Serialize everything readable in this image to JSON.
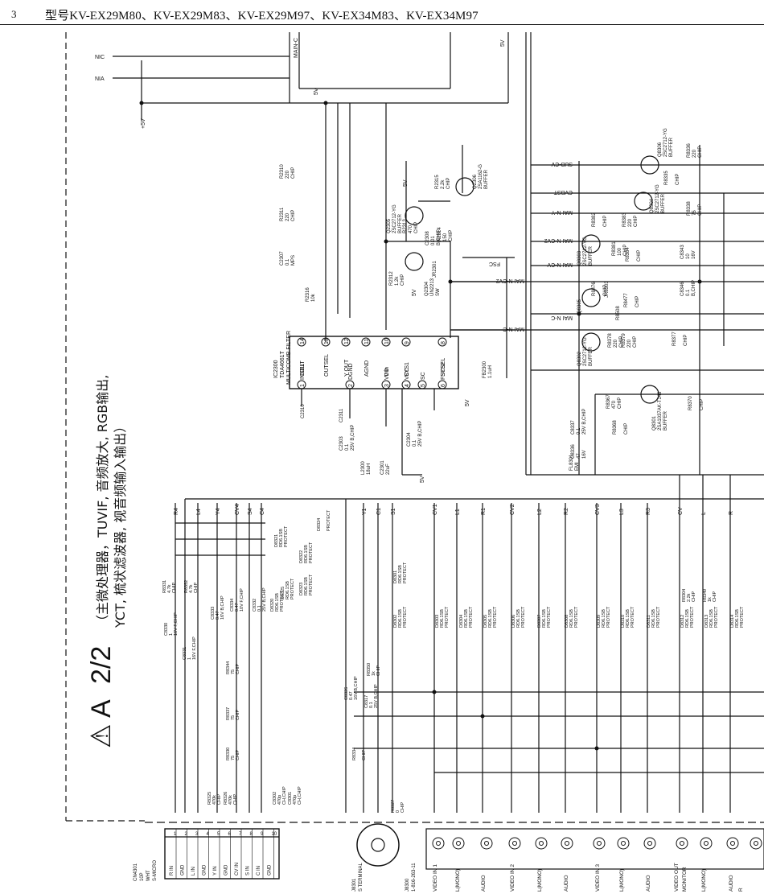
{
  "header": {
    "page_number": "3",
    "models": "型号KV-EX29M80、KV-EX29M83、KV-EX29M97、KV-EX34M83、KV-EX34M97"
  },
  "board": {
    "id": "A",
    "sheet": "2/2",
    "description_line1": "（主微处理器，TUVIF, 音频放大, RGB输出,",
    "description_line2": "YCT, 梳状滤波器, 视音频输入输出）"
  },
  "nets": {
    "nia": "NIA",
    "nic": "NIC",
    "plus5v": "+5V",
    "five_v": "5V",
    "sub_cv": "SUB-CV",
    "cvbst": "CVBST",
    "mai_n_y": "MAI N-Y",
    "mai_n_cv2": "MAI N-CV2",
    "mai_n_cv": "MAI N-CV",
    "mai_n_c": "MAI N-C",
    "main_c": "MAIN-C",
    "fsc": "FSC"
  },
  "ic2300": {
    "ref": "IC2300",
    "part": "TDA4661T",
    "function": "MULTICOMB FILTER",
    "pins_top": [
      "COUT",
      "OUTSEL",
      "Y OUT",
      "AGND",
      "V in",
      "SYS1",
      "SYS2"
    ],
    "pins_top_no": [
      "14",
      "13",
      "12",
      "11",
      "10",
      "9",
      "8"
    ],
    "pins_bottom": [
      "INSEL",
      "DGND",
      "VDD",
      "VCC",
      "SC",
      "FSCSEL"
    ],
    "pins_bottom_no": [
      "1",
      "2",
      "3",
      "4",
      "5",
      "6"
    ]
  },
  "transistors": [
    {
      "ref": "Q2305",
      "part": "2SC2712-YG",
      "func": "BUFFER"
    },
    {
      "ref": "Q2306",
      "part": "2SA1162-G",
      "func": "BUFFER"
    },
    {
      "ref": "Q2304",
      "part": "UN2213",
      "func": "SW"
    },
    {
      "ref": "Q8306",
      "part": "2SC2712-YG",
      "func": "BUFFER"
    },
    {
      "ref": "Q8304",
      "part": "2SC2712-YG",
      "func": "BUFFER"
    },
    {
      "ref": "Q8303",
      "part": "2SC2712-YG",
      "func": "BUFFER"
    },
    {
      "ref": "Q8305",
      "part": "",
      "func": ""
    },
    {
      "ref": "Q8302",
      "part": "2SC2712-YG",
      "func": "BUFFER"
    },
    {
      "ref": "Q8301",
      "part": "2SA1037AK-T146",
      "func": "BUFFER"
    }
  ],
  "components_upper": [
    {
      "ref": "R2310",
      "val": "220",
      "note": "CHIP"
    },
    {
      "ref": "R2311",
      "val": "220",
      "note": "CHIP"
    },
    {
      "ref": "C2307",
      "val": "0.1",
      "note": "MPS"
    },
    {
      "ref": "R2316",
      "val": "10k",
      "note": ""
    },
    {
      "ref": "R2315",
      "val": "2.2k",
      "note": "CHIP"
    },
    {
      "ref": "R2313",
      "val": "470",
      "note": "CHIP"
    },
    {
      "ref": "C2308",
      "val": "0.01",
      "note": "B,CHIP"
    },
    {
      "ref": "R2314",
      "val": "150",
      "note": "CHIP"
    },
    {
      "ref": "R2312",
      "val": "1.2k",
      "note": "CHIP"
    },
    {
      "ref": "JR2301",
      "val": "",
      "note": ""
    },
    {
      "ref": "FB2300",
      "val": "1.1uH",
      "note": ""
    },
    {
      "ref": "C2310",
      "val": "",
      "note": ""
    },
    {
      "ref": "C2311",
      "val": "",
      "note": ""
    },
    {
      "ref": "C2303",
      "val": "0.1",
      "note": "25V B,CHIP"
    },
    {
      "ref": "C2304",
      "val": "0.1",
      "note": "25V B,CHIP"
    },
    {
      "ref": "L2300",
      "val": "18uH",
      "note": ""
    },
    {
      "ref": "C2301",
      "val": "22uF",
      "note": ""
    }
  ],
  "components_right": [
    {
      "ref": "R8336",
      "val": "220",
      "note": "CHIP"
    },
    {
      "ref": "R8335",
      "val": "",
      "note": "CHIP"
    },
    {
      "ref": "R8338",
      "val": "75",
      "note": "CHIP"
    },
    {
      "ref": "R8382",
      "val": "",
      "note": "CHIP"
    },
    {
      "ref": "R8383",
      "val": "220",
      "note": "CHIP"
    },
    {
      "ref": "R8381",
      "val": "100",
      "note": "CHIP"
    },
    {
      "ref": "R8384",
      "val": "",
      "note": "CHIP"
    },
    {
      "ref": "C8343",
      "val": "10",
      "note": "16V"
    },
    {
      "ref": "C8346",
      "val": "0.1",
      "note": "B,CHIP"
    },
    {
      "ref": "R8476",
      "val": "",
      "note": "CHIP"
    },
    {
      "ref": "JR8303",
      "val": "",
      "note": ""
    },
    {
      "ref": "R8477",
      "val": "",
      "note": "CHIP"
    },
    {
      "ref": "R8508",
      "val": "",
      "note": ""
    },
    {
      "ref": "R8378",
      "val": "220",
      "note": "CHIP"
    },
    {
      "ref": "R8379",
      "val": "220",
      "note": "CHIP"
    },
    {
      "ref": "R8377",
      "val": "",
      "note": "CHIP"
    },
    {
      "ref": "R8367",
      "val": "470",
      "note": "CHIP"
    },
    {
      "ref": "R8370",
      "val": "",
      "note": "CHIP"
    },
    {
      "ref": "C8337",
      "val": "0.1",
      "note": "25V B,CHIP"
    },
    {
      "ref": "C8336",
      "val": "47",
      "note": "16V"
    },
    {
      "ref": "R8368",
      "val": "",
      "note": "CHIP"
    },
    {
      "ref": "FL8301",
      "val": "EMI",
      "note": ""
    }
  ],
  "bus_signals": [
    "R4",
    "L4",
    "Y4",
    "CV4",
    "S4",
    "C4",
    "Y1",
    "C1",
    "S1",
    "CV1",
    "L1",
    "R1",
    "CV2",
    "L2",
    "R2",
    "CV3",
    "L3",
    "R3",
    "CV",
    "L",
    "R"
  ],
  "protect_diodes": [
    {
      "ref": "D8321",
      "val": "RD6.1SB",
      "note": "PROTECT"
    },
    {
      "ref": "D8322",
      "val": "RD6.1SB",
      "note": "PROTECT"
    },
    {
      "ref": "D8323",
      "val": "RD6.1SB",
      "note": "PROTECT"
    },
    {
      "ref": "D8324",
      "val": "",
      "note": "PROTECT"
    },
    {
      "ref": "D8320",
      "val": "RD6.1SB",
      "note": "PROTECT"
    },
    {
      "ref": "D8325",
      "val": "RD6.1SB",
      "note": "PROTECT"
    },
    {
      "ref": "D8302",
      "val": "RD6.1SB",
      "note": "PROTECT"
    },
    {
      "ref": "D8301",
      "val": "RD6.1SB",
      "note": "PROTECT"
    },
    {
      "ref": "D8303",
      "val": "RD6.1SB",
      "note": "PROTECT"
    },
    {
      "ref": "D8304",
      "val": "RD6.1SB",
      "note": "PROTECT"
    },
    {
      "ref": "D8305",
      "val": "RD6.1SB",
      "note": "PROTECT"
    },
    {
      "ref": "D8306",
      "val": "RD6.1SB",
      "note": "PROTECT"
    },
    {
      "ref": "D8307",
      "val": "RD6.1SB",
      "note": "PROTECT"
    },
    {
      "ref": "D8308",
      "val": "RD6.1SB",
      "note": "PROTECT"
    },
    {
      "ref": "D8309",
      "val": "RD6.1SB",
      "note": "PROTECT"
    },
    {
      "ref": "D8310",
      "val": "RD6.1SB",
      "note": "PROTECT"
    },
    {
      "ref": "D8311",
      "val": "RD6.1SB",
      "note": "PROTECT"
    },
    {
      "ref": "D8312",
      "val": "RD6.1SB",
      "note": "PROTECT"
    },
    {
      "ref": "D8313",
      "val": "RD6.1SB",
      "note": "PROTECT"
    },
    {
      "ref": "D8314",
      "val": "RD6.1SB",
      "note": "PROTECT"
    }
  ],
  "filter_caps": [
    {
      "ref": "C8330",
      "val": "1",
      "note": "16V F,CHIP"
    },
    {
      "ref": "C8331",
      "val": "1",
      "note": "16V F,CHIP"
    },
    {
      "ref": "C8333",
      "val": "0.47",
      "note": "16V B,CHIP"
    },
    {
      "ref": "C8334",
      "val": "0.47",
      "note": "10V F,CHIP"
    },
    {
      "ref": "C8332",
      "val": "0.1",
      "note": "25V B,CHIP"
    },
    {
      "ref": "R8331",
      "val": "4.7k",
      "note": "CHIP"
    },
    {
      "ref": "R8352",
      "val": "4.7k",
      "note": "CHIP"
    },
    {
      "ref": "R8344",
      "val": "75",
      "note": "CHIP"
    },
    {
      "ref": "R8337",
      "val": "75",
      "note": "CHIP"
    },
    {
      "ref": "R8330",
      "val": "75",
      "note": "CHIP"
    },
    {
      "ref": "R8326",
      "val": "470k",
      "note": "CHIP"
    },
    {
      "ref": "R8325",
      "val": "470k",
      "note": "CHIP"
    },
    {
      "ref": "C8302",
      "val": "470p",
      "note": "CH,CHIP"
    },
    {
      "ref": "C8301",
      "val": "470p",
      "note": "CH,CHIP"
    },
    {
      "ref": "C8326",
      "val": "0.47",
      "note": "16V B,CHIP"
    },
    {
      "ref": "C8317",
      "val": "0.1",
      "note": "25V B,CHIP"
    },
    {
      "ref": "R8334",
      "val": "",
      "note": "CHIP"
    },
    {
      "ref": "R8327",
      "val": "0",
      "note": "CHIP"
    },
    {
      "ref": "R8304",
      "val": "2.2k",
      "note": "CHIP"
    },
    {
      "ref": "R8349",
      "val": "1k",
      "note": "CHIP"
    },
    {
      "ref": "R8350",
      "val": "1k",
      "note": "CHIP"
    }
  ],
  "connector_cn4301": {
    "ref": "CN4301",
    "desc1": "10P",
    "desc2": "WHT",
    "desc3": "S-MICRO",
    "pins": [
      {
        "no": "1",
        "sig": "R IN"
      },
      {
        "no": "2",
        "sig": "GND"
      },
      {
        "no": "3",
        "sig": "L IN"
      },
      {
        "no": "4",
        "sig": "GND"
      },
      {
        "no": "5",
        "sig": "Y IN"
      },
      {
        "no": "6",
        "sig": "GND"
      },
      {
        "no": "7",
        "sig": "CV IN"
      },
      {
        "no": "8",
        "sig": "S IN"
      },
      {
        "no": "9",
        "sig": "C IN"
      },
      {
        "no": "10",
        "sig": "GND"
      }
    ]
  },
  "s_terminal": {
    "ref": "J8301",
    "label": "S TERMINAL"
  },
  "jack_block": {
    "ref": "J8300",
    "part": "1-816-263-11"
  },
  "bottom_labels": [
    "VIDEO IN 1",
    "L(MONO)",
    "AUDIO",
    "VIDEO IN 2",
    "L(MONO)",
    "AUDIO",
    "VIDEO IN 3",
    "L(MONO)",
    "AUDIO",
    "VIDEO OUT",
    "MONITOR",
    "L(MONO)",
    "AUDIO",
    "R"
  ]
}
